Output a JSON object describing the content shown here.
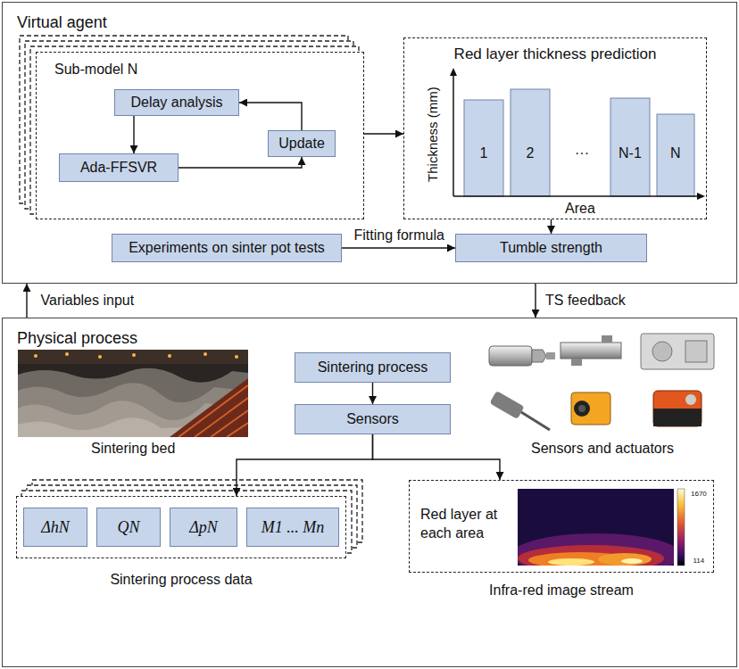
{
  "diagram": {
    "nodes": [
      {
        "text": [
          "Virtual agent"
        ]
      },
      {
        "text": [
          "Sub-model N"
        ],
        "in": 0
      },
      {
        "text": [
          "Delay analysis"
        ],
        "in": 1
      },
      {
        "text": [
          "Ada-FFSVR"
        ],
        "in": 1
      },
      {
        "text": [
          "Update"
        ],
        "in": 1
      },
      {
        "text": [
          "Red layer thickness prediction"
        ],
        "in": 0
      },
      {
        "text": [
          "Experiments on sinter pot tests"
        ],
        "in": 0
      },
      {
        "text": [
          "Tumble strength"
        ],
        "in": 0
      },
      {
        "text": [
          "Physical process"
        ]
      },
      {
        "text": [
          "Sintering process"
        ],
        "in": 8
      },
      {
        "text": [
          "Sensors"
        ],
        "in": 8
      },
      {
        "text": [
          "Sintering process data"
        ],
        "in": 8
      },
      {
        "text": [
          "ΔhN"
        ],
        "in": 11
      },
      {
        "text": [
          "QN"
        ],
        "in": 11
      },
      {
        "text": [
          "ΔpN"
        ],
        "in": 11
      },
      {
        "text": [
          "M1 ... Mn"
        ],
        "in": 11
      },
      {
        "text": [
          "Red layer at each area",
          "Infra-red image stream"
        ],
        "in": 8
      }
    ],
    "edges": [
      {
        "from": 2,
        "to": 3,
        "arrow": "to"
      },
      {
        "from": 4,
        "to": 2,
        "arrow": "to"
      },
      {
        "from": 3,
        "to": 4,
        "arrow": "to"
      },
      {
        "from": 1,
        "to": 5,
        "arrow": "to"
      },
      {
        "from": 6,
        "to": 7,
        "label": "Fitting formula",
        "arrow": "to"
      },
      {
        "from": 5,
        "to": 7,
        "arrow": "to"
      },
      {
        "from": 8,
        "to": 0,
        "label": "Variables input",
        "arrow": "to"
      },
      {
        "from": 0,
        "to": 8,
        "label": "TS feedback",
        "arrow": "to"
      },
      {
        "from": 9,
        "to": 10,
        "arrow": "to"
      },
      {
        "from": 10,
        "to": 11,
        "arrow": "to"
      },
      {
        "from": 10,
        "to": 16,
        "arrow": "to"
      }
    ],
    "labels": [
      "Thickness (mm)",
      "1",
      "2",
      "···",
      "N-1",
      "N",
      "Area",
      "Sintering bed",
      "Sensors and actuators",
      "1670",
      "114"
    ]
  }
}
